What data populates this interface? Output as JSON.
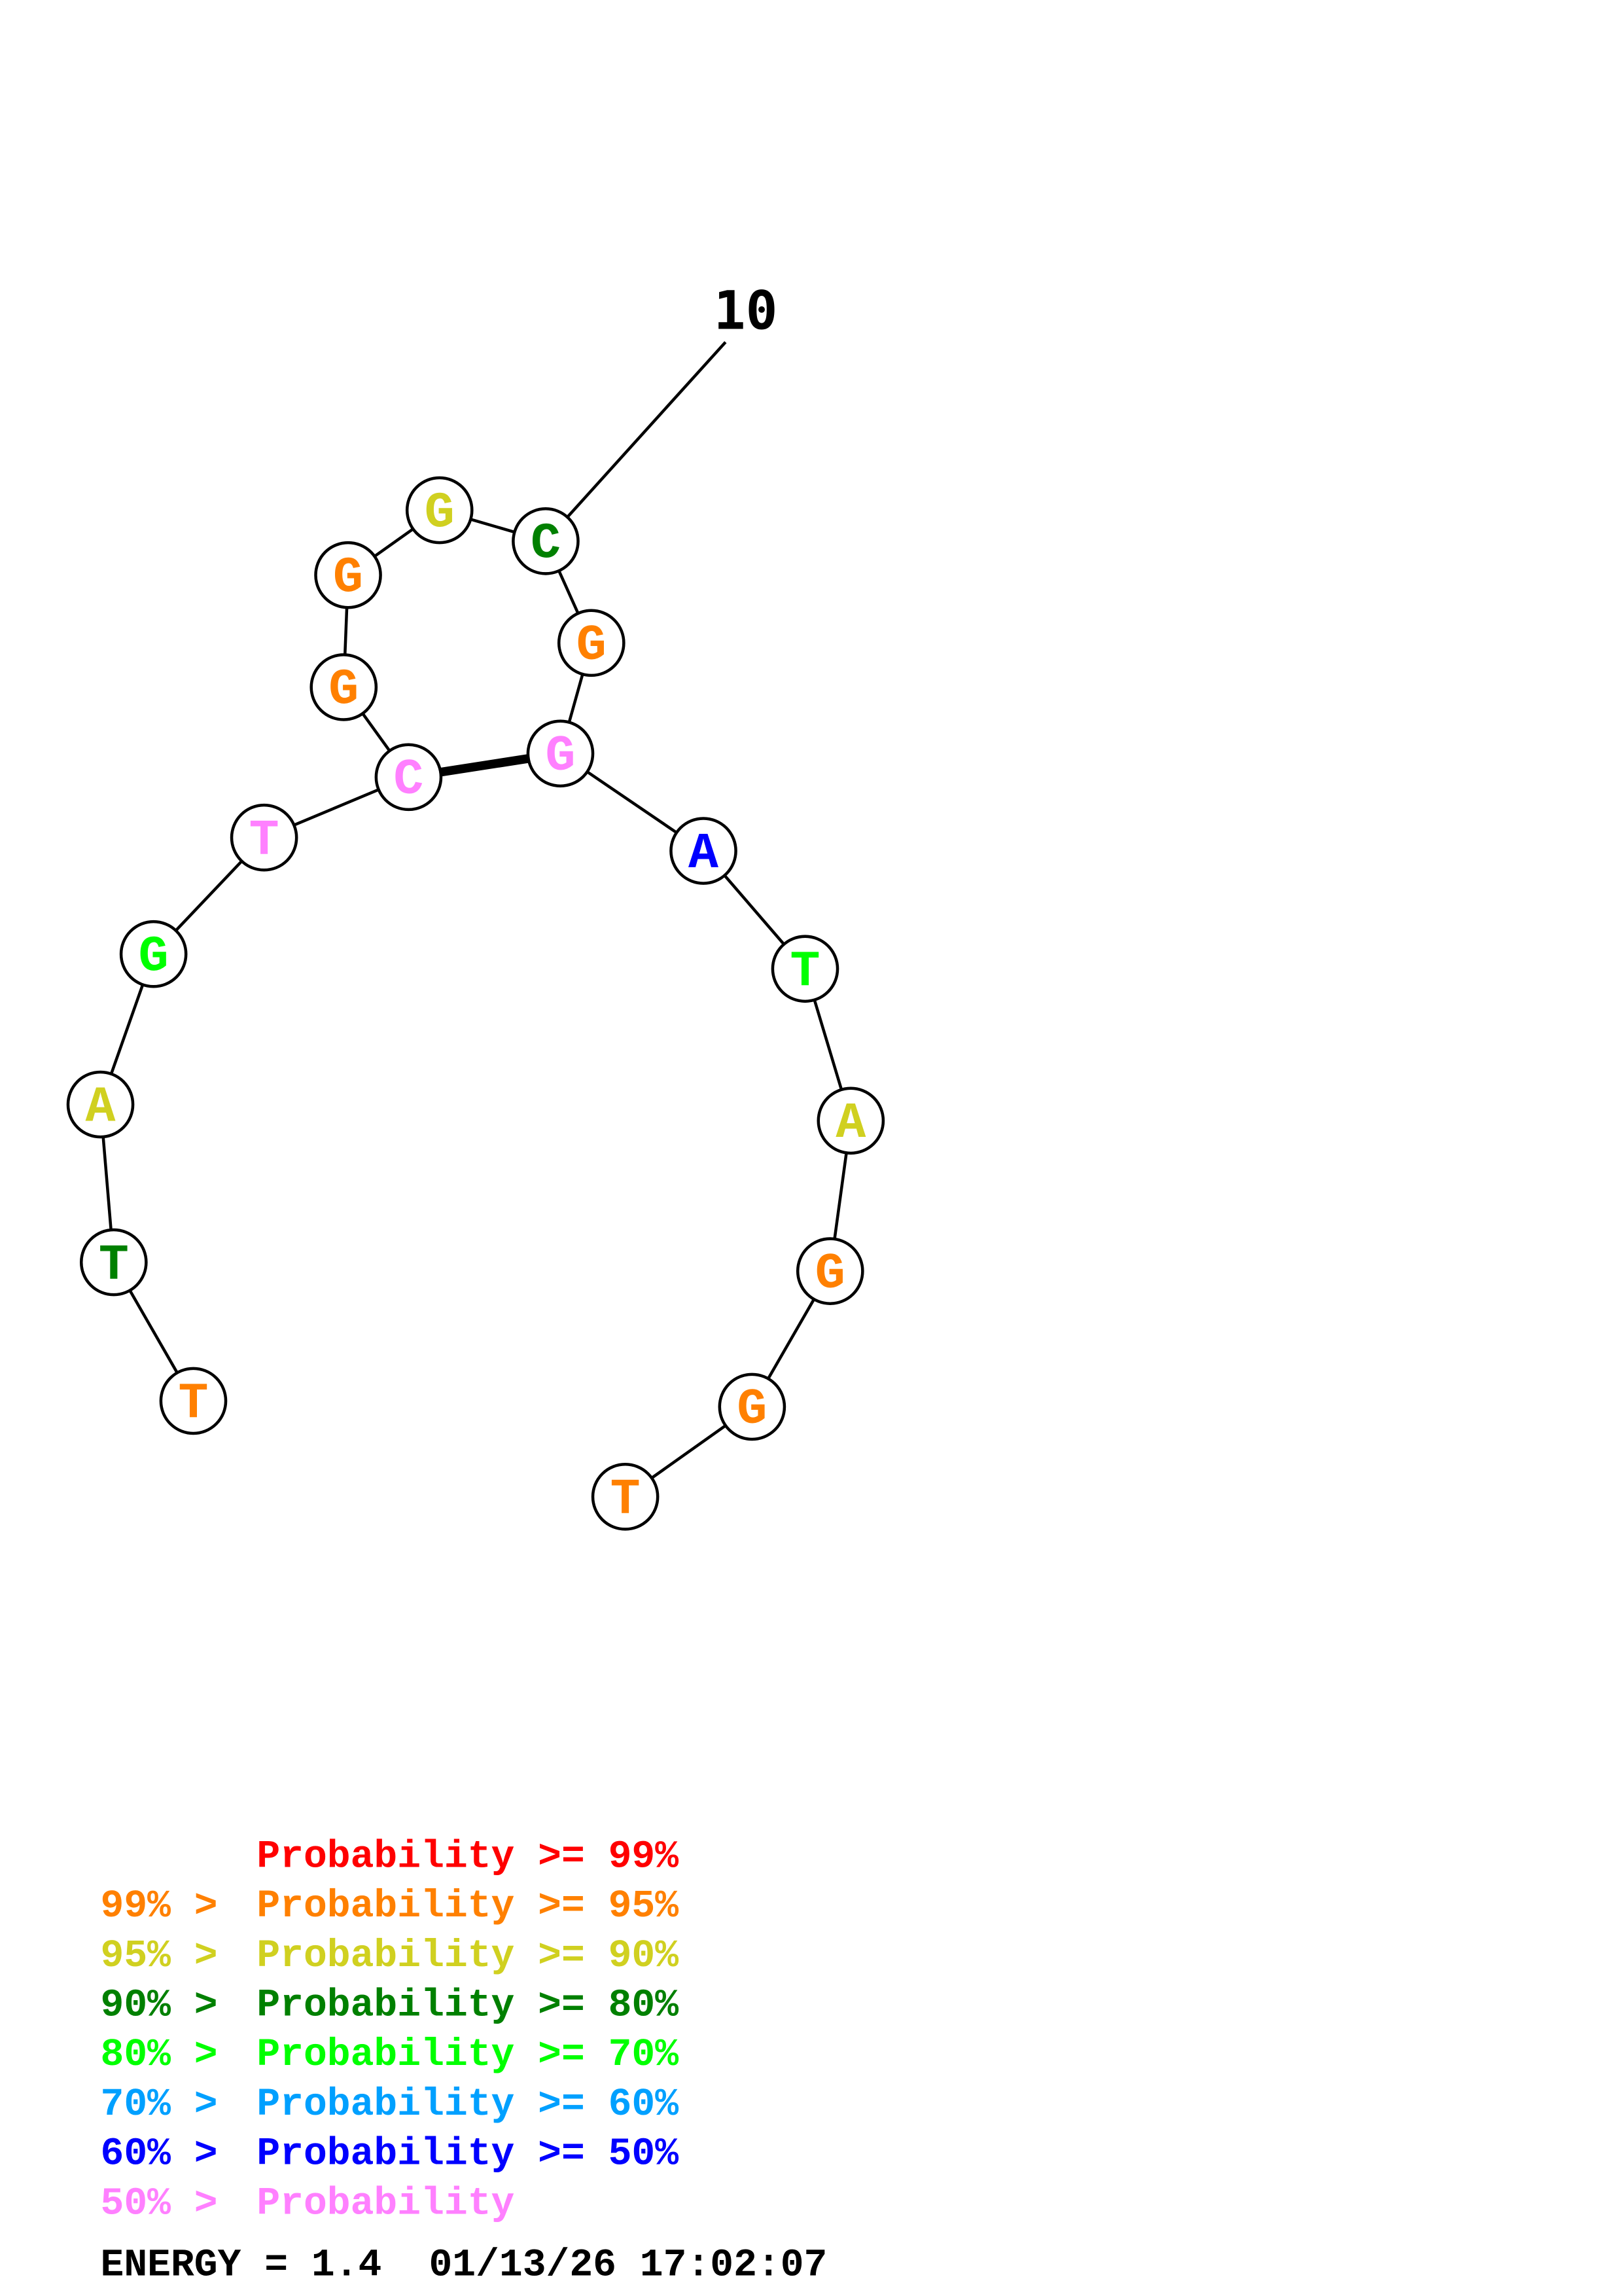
{
  "structure": {
    "sequence": [
      "T",
      "T",
      "A",
      "G",
      "T",
      "C",
      "G",
      "G",
      "G",
      "C",
      "G",
      "G",
      "A",
      "T",
      "A",
      "G",
      "G",
      "T"
    ],
    "colors": [
      "#FF8000",
      "#008000",
      "#D0D020",
      "#00FF00",
      "#FF80FF",
      "#FF80FF",
      "#FF8000",
      "#FF8000",
      "#D0D020",
      "#008000",
      "#FF8000",
      "#FF80FF",
      "#0000FF",
      "#00FF00",
      "#D0D020",
      "#FF8000",
      "#FF8000",
      "#FF8000"
    ],
    "pairs": [
      [
        6,
        12
      ]
    ],
    "index_label": "10",
    "index_position": 10
  },
  "legend": [
    {
      "prefix": "",
      "text": "Probability >= 99%",
      "color": "#FF0000"
    },
    {
      "prefix": "99% > ",
      "text": "Probability >= 95%",
      "color": "#FF8000"
    },
    {
      "prefix": "95% > ",
      "text": "Probability >= 90%",
      "color": "#D0D020"
    },
    {
      "prefix": "90% > ",
      "text": "Probability >= 80%",
      "color": "#008000"
    },
    {
      "prefix": "80% > ",
      "text": "Probability >= 70%",
      "color": "#00FF00"
    },
    {
      "prefix": "70% > ",
      "text": "Probability >= 60%",
      "color": "#00A0FF"
    },
    {
      "prefix": "60% > ",
      "text": "Probability >= 50%",
      "color": "#0000FF"
    },
    {
      "prefix": "50% > ",
      "text": "Probability",
      "color": "#FF80FF"
    }
  ],
  "footer": {
    "energy": "ENERGY = 1.4",
    "timestamp": "01/13/26 17:02:07"
  }
}
